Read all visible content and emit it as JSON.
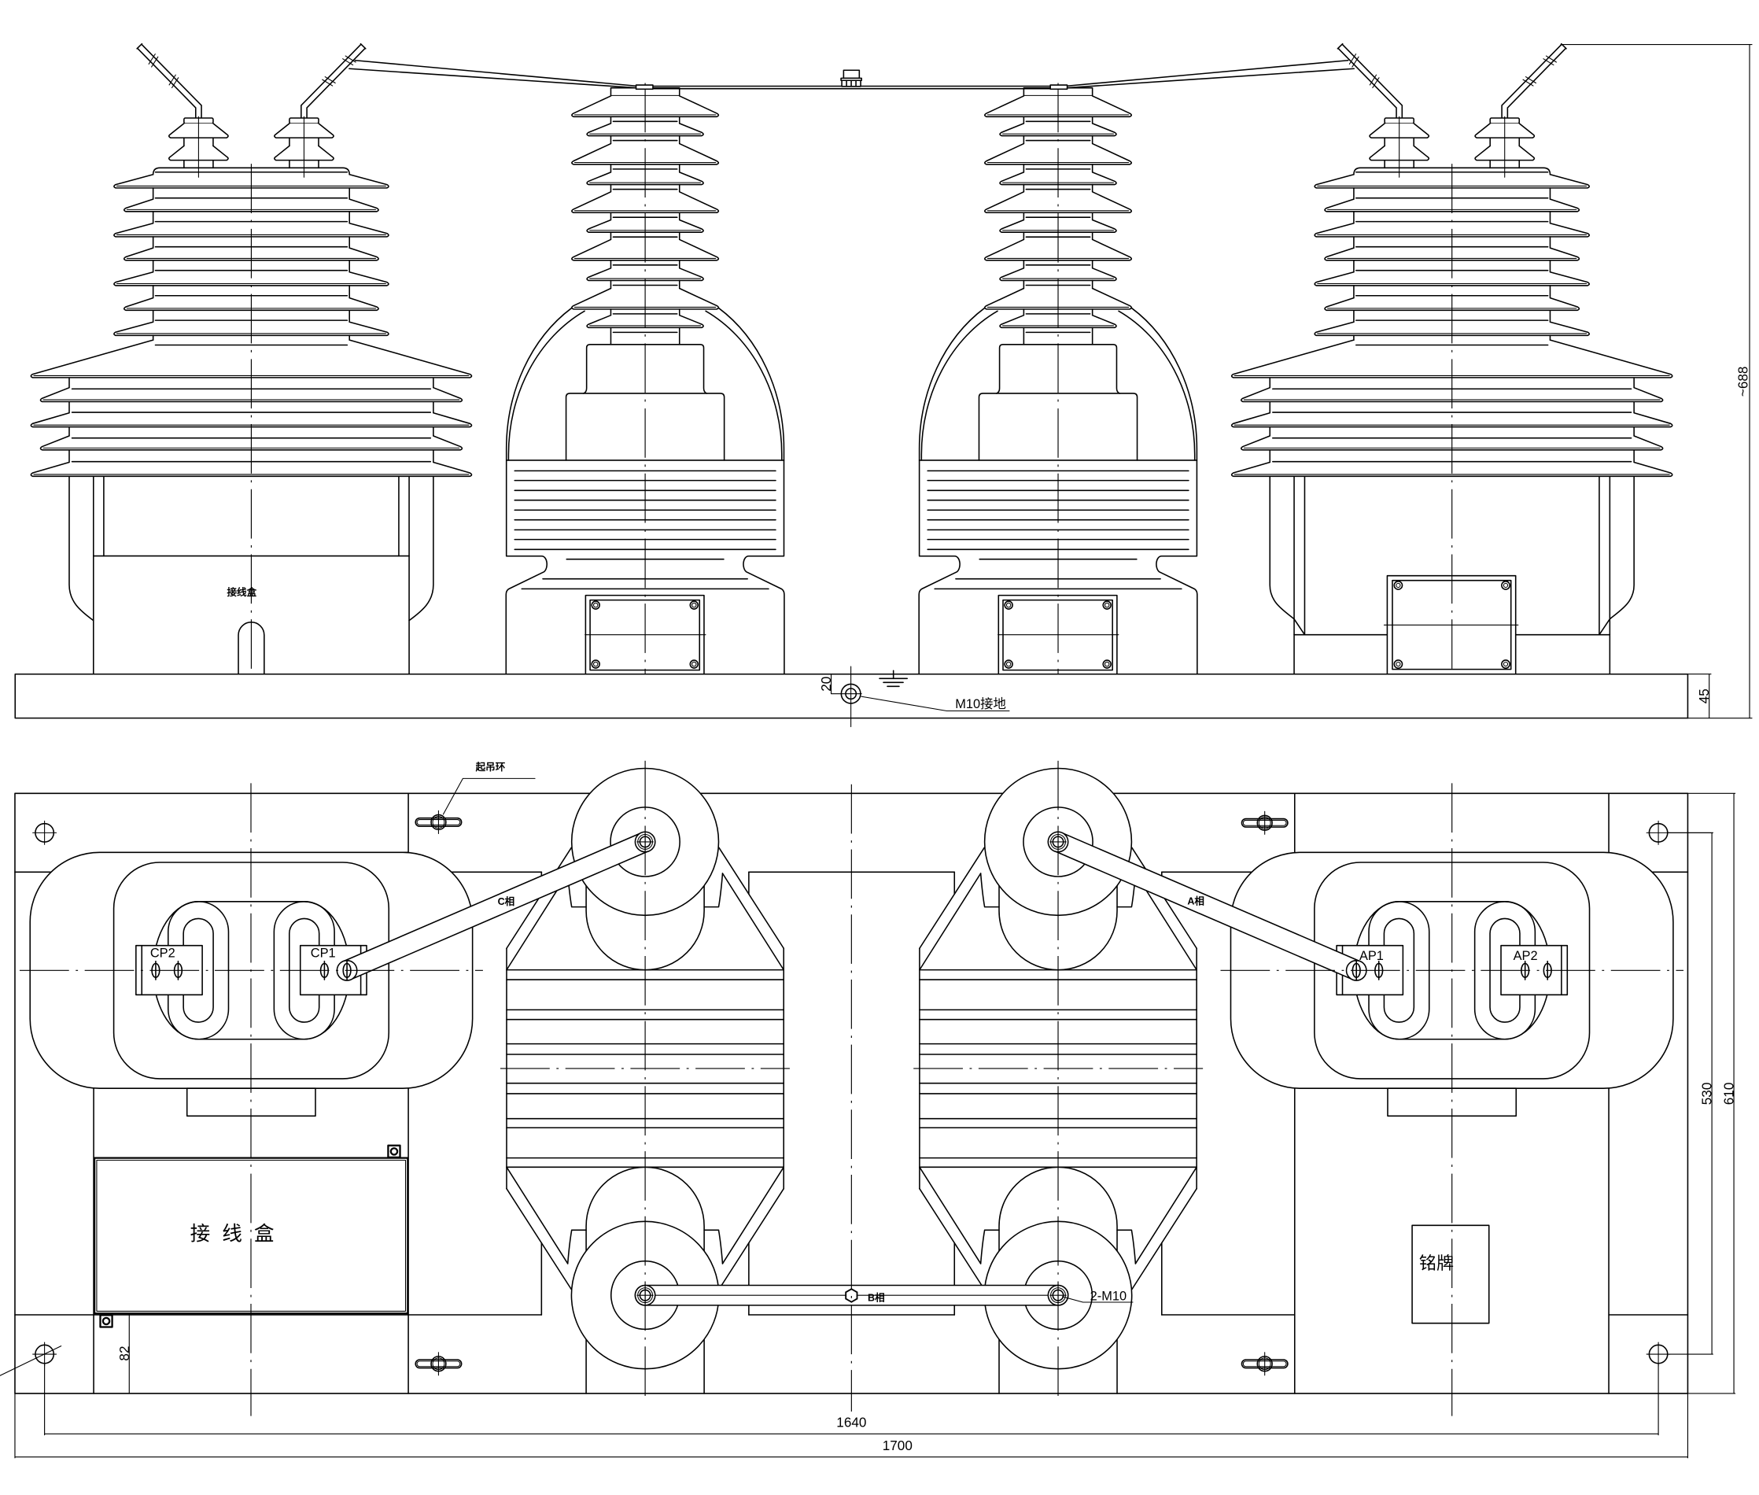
{
  "front_view": {
    "ct_terminal_box_label": "接线盒",
    "grounding_label": "M10接地",
    "dimensions": {
      "grounding_height": "20",
      "base_thickness": "45",
      "overall_height": "~688"
    }
  },
  "plan_view": {
    "lifting_ring_label": "起吊环",
    "phase_labels": {
      "c": "C相",
      "a": "A相",
      "b": "B相"
    },
    "bolt_label": "2-M10",
    "secondary_terminals": {
      "cp2": "CP2",
      "cp1": "CP1",
      "ap1": "AP1",
      "ap2": "AP2"
    },
    "terminal_box_label": "接线盒",
    "nameplate_label": "铭牌",
    "dimensions": {
      "box_to_edge": "82",
      "hole_spacing_length": "1640",
      "overall_length": "1700",
      "hole_spacing_width": "530",
      "overall_width": "610"
    }
  }
}
